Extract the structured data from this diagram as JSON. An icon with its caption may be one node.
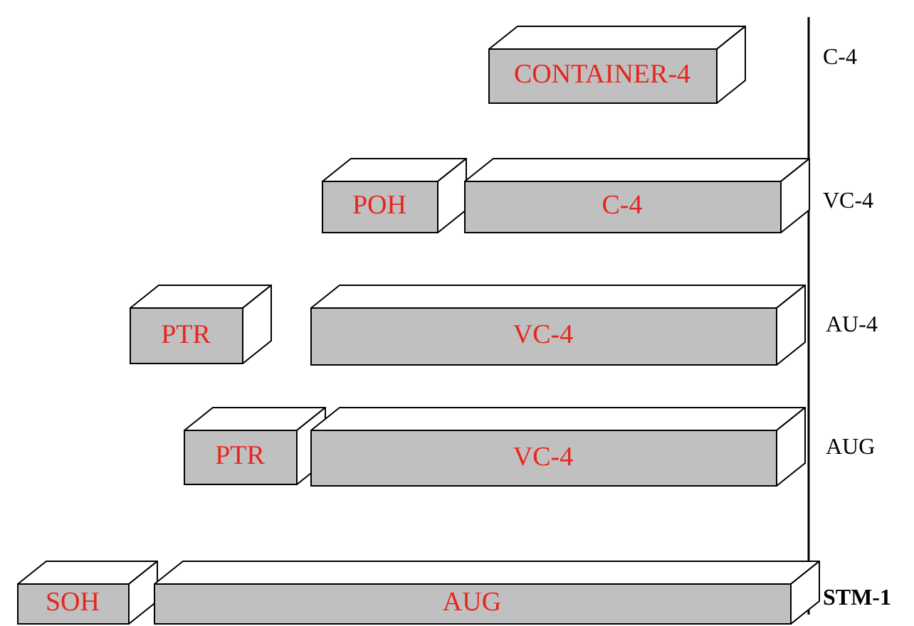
{
  "diagram": {
    "nodes": [
      {
        "text": [
          "CONTAINER-4"
        ]
      },
      {
        "text": [
          "POH"
        ]
      },
      {
        "text": [
          "C-4"
        ]
      },
      {
        "text": [
          "PTR"
        ]
      },
      {
        "text": [
          "VC-4"
        ]
      },
      {
        "text": [
          "PTR"
        ]
      },
      {
        "text": [
          "VC-4"
        ]
      },
      {
        "text": [
          "SOH"
        ]
      },
      {
        "text": [
          "AUG"
        ]
      }
    ],
    "edges": [],
    "labels": [
      "C-4",
      "VC-4",
      "AU-4",
      "AUG",
      "STM-1"
    ]
  }
}
